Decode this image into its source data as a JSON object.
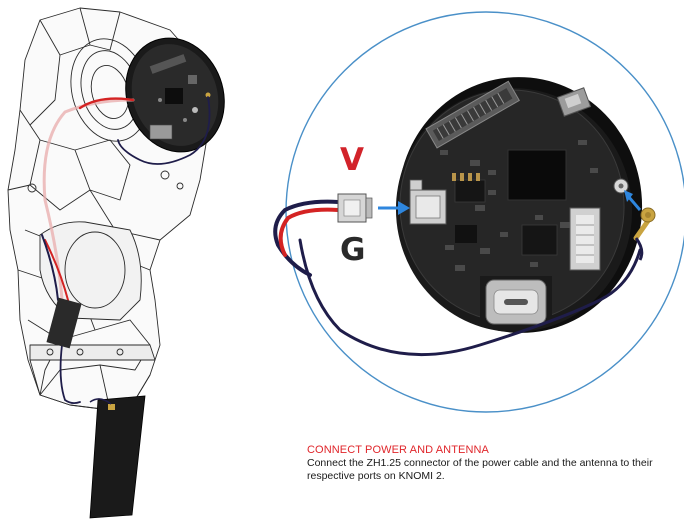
{
  "labels": {
    "v": "V",
    "g": "G"
  },
  "caption": {
    "title": "CONNECT POWER AND ANTENNA",
    "text": "Connect the ZH1.25 connector of the power cable and the antenna to their respective ports on KNOMI 2."
  },
  "colors": {
    "red_accent": "#e0262b",
    "circle_outline": "#4a90c8",
    "arrow_blue": "#2e86de",
    "board_black": "#141414",
    "cable_red": "#d42323",
    "cable_navy": "#1f1d4a",
    "antenna_gold": "#c9a441"
  }
}
